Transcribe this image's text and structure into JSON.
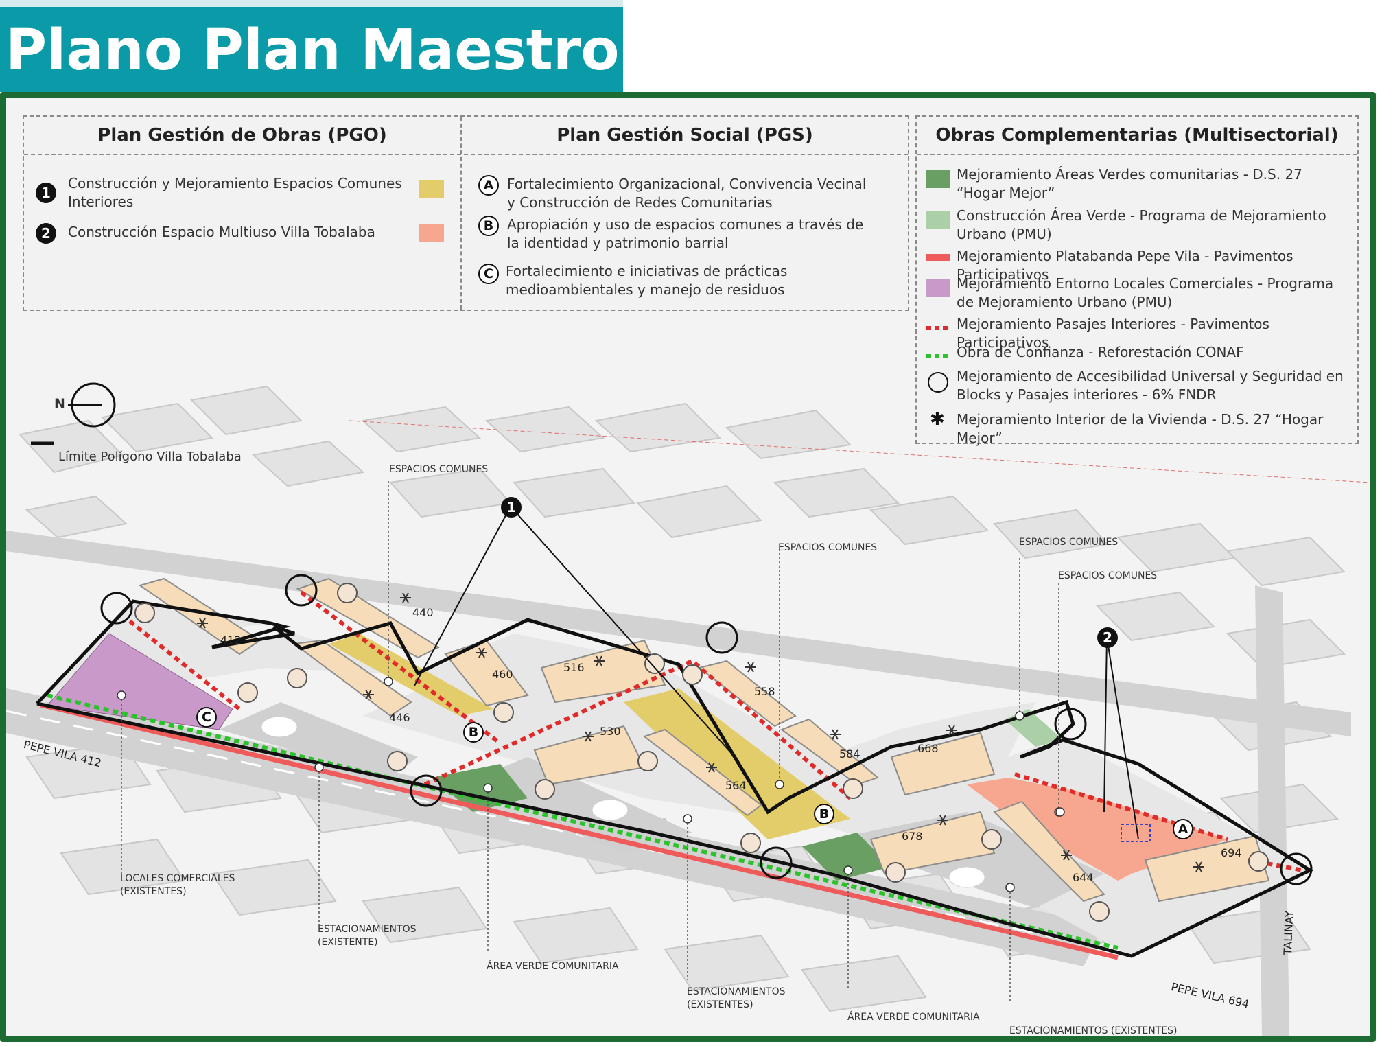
{
  "page": {
    "title": "Plano Plan Maestro:",
    "colors": {
      "teal": "#0a9aa8",
      "frame": "#1b6b33"
    }
  },
  "legend": {
    "pgo": {
      "heading": "Plan Gestión de Obras (PGO)",
      "items": [
        {
          "badge": "1",
          "text": "Construcción y Mejoramiento Espacios Comunes Interiores",
          "color": "#e3cc6a"
        },
        {
          "badge": "2",
          "text": "Construcción Espacio Multiuso Villa Tobalaba",
          "color": "#f7a68f"
        }
      ]
    },
    "pgs": {
      "heading": "Plan Gestión Social (PGS)",
      "items": [
        {
          "badge": "A",
          "text": "Fortalecimiento Organizacional, Convivencia Vecinal y Construcción de Redes Comunitarias"
        },
        {
          "badge": "B",
          "text": "Apropiación y uso de espacios comunes a través de la identidad y patrimonio barrial"
        },
        {
          "badge": "C",
          "text": "Fortalecimiento e iniciativas de prácticas medioambientales y manejo de residuos"
        }
      ]
    },
    "oc": {
      "heading": "Obras Complementarias (Multisectorial)",
      "items": [
        {
          "swatch": "green-dark",
          "color": "#6a9f63",
          "text": "Mejoramiento Áreas Verdes comunitarias - D.S. 27 “Hogar Mejor”"
        },
        {
          "swatch": "green-light",
          "color": "#abcfa6",
          "text": "Construcción Área Verde - Programa de Mejoramiento Urbano (PMU)"
        },
        {
          "swatch": "red-bar",
          "color": "#ef5a5a",
          "text": "Mejoramiento Platabanda Pepe Vila - Pavimentos Participativos"
        },
        {
          "swatch": "purple",
          "color": "#c99ac9",
          "text": "Mejoramiento Entorno Locales Comerciales - Programa de Mejoramiento Urbano (PMU)"
        },
        {
          "swatch": "red-dotted",
          "color": "#e02b2b",
          "text": "Mejoramiento Pasajes Interiores - Pavimentos Participativos"
        },
        {
          "swatch": "green-dotted",
          "color": "#2bc22b",
          "text": "Obra de Confianza - Reforestación CONAF"
        },
        {
          "swatch": "circle",
          "color": "#111111",
          "text": "Mejoramiento de Accesibilidad Universal y Seguridad en Blocks y Pasajes interiores - 6% FNDR"
        },
        {
          "swatch": "asterisk",
          "color": "#111111",
          "text": "Mejoramiento Interior de la Vivienda - D.S. 27 “Hogar Mejor”"
        }
      ]
    }
  },
  "map": {
    "north": "N",
    "limit_label": "Límite Polígono Villa Tobalaba",
    "labels": {
      "espacios_1": "ESPACIOS COMUNES",
      "espacios_2": "ESPACIOS COMUNES",
      "espacios_3": "ESPACIOS COMUNES",
      "espacios_4": "ESPACIOS COMUNES",
      "locales_1": "LOCALES COMERCIALES",
      "locales_2": "(EXISTENTES)",
      "estac1_1": "ESTACIONAMIENTOS",
      "estac1_2": "(EXISTENTE)",
      "area_verde_1": "ÁREA VERDE COMUNITARIA",
      "estac2_1": "ESTACIONAMIENTOS",
      "estac2_2": "(EXISTENTES)",
      "area_verde_2": "ÁREA VERDE COMUNITARIA",
      "estac3": "ESTACIONAMIENTOS (EXISTENTES)"
    },
    "streets": {
      "pepe_vila_412": "PEPE VILA 412",
      "pepe_vila_694": "PEPE VILA 694",
      "talinay": "TALINAY"
    },
    "blocks": [
      "412",
      "440",
      "446",
      "460",
      "516",
      "530",
      "558",
      "564",
      "584",
      "668",
      "678",
      "644",
      "694"
    ],
    "markers": {
      "one": "1",
      "two": "2",
      "a": "A",
      "b1": "B",
      "b2": "B",
      "c": "C"
    }
  }
}
